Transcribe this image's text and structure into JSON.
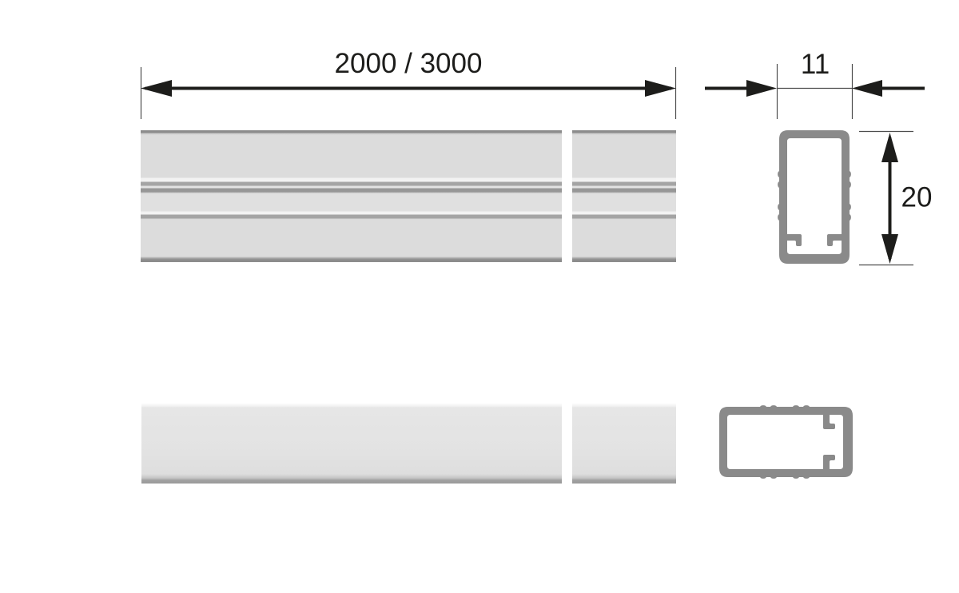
{
  "labels": {
    "length": "2000 / 3000",
    "width": "11",
    "height": "20"
  },
  "colors": {
    "background": "#ffffff",
    "dimension_line": "#1d1d1b",
    "extension_line": "#4d4d4d",
    "profile_wall": "#8a8a8a",
    "bar_fill": "#dcdcdc",
    "bar_fill_bottom": "#e3e3e3",
    "bar_edge_dark": "#8c8c8c",
    "bar_edge_bottom": "#9a9a9a"
  }
}
